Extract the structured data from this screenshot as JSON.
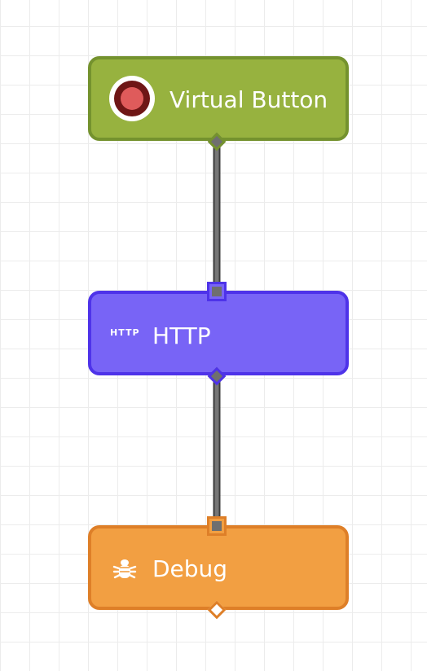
{
  "flow": {
    "nodes": [
      {
        "id": "virtual-button",
        "label": "Virtual Button",
        "icon": "record-button-icon",
        "color": "#97b23f",
        "border": "#74922e"
      },
      {
        "id": "http",
        "label": "HTTP",
        "icon_text": "HTTP",
        "icon": "http-icon",
        "color": "#7864f6",
        "border": "#4e33e9"
      },
      {
        "id": "debug",
        "label": "Debug",
        "icon": "bug-icon",
        "color": "#f29f42",
        "border": "#de7f28"
      }
    ],
    "edges": [
      {
        "from": "virtual-button",
        "to": "http"
      },
      {
        "from": "http",
        "to": "debug"
      }
    ],
    "wire_color": "#6f6f6f"
  }
}
